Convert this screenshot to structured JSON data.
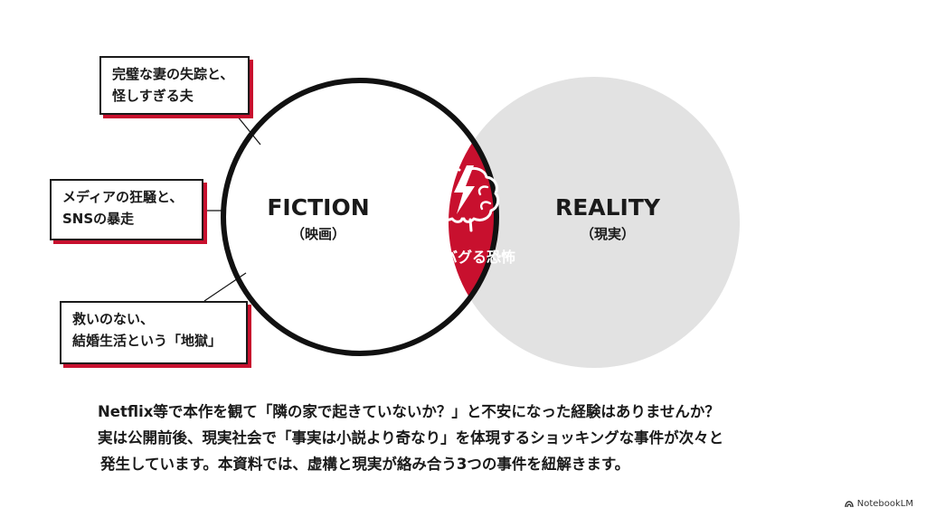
{
  "colors": {
    "accent": "#c8102e",
    "reality_fill": "#e2e2e2",
    "fiction_fill": "#ffffff",
    "stroke": "#111111",
    "text": "#1a1a1a"
  },
  "diagram": {
    "fiction": {
      "title": "FICTION",
      "subtitle": "（映画）"
    },
    "reality": {
      "title": "REALITY",
      "subtitle": "（現実）"
    },
    "overlap": {
      "label": "脳がバグる恐怖",
      "icon": "brain-lightning-icon"
    }
  },
  "callouts": [
    {
      "lines": [
        "完璧な妻の失踪と、",
        "怪しすぎる夫"
      ]
    },
    {
      "lines": [
        "メディアの狂騒と、",
        "SNSの暴走"
      ]
    },
    {
      "lines": [
        "救いのない、",
        "結婚生活という「地獄」"
      ]
    }
  ],
  "body_text": {
    "lines": [
      "Netflix等で本作を観て「隣の家で起きていないか？」と不安になった経験はありませんか？",
      "実は公開前後、現実社会で「事実は小説より奇なり」を体現するショッキングな事件が次々と",
      "発生しています。本資料では、虚構と現実が絡み合う3つの事件を紐解きます。"
    ]
  },
  "brand": {
    "name": "NotebookLM"
  }
}
